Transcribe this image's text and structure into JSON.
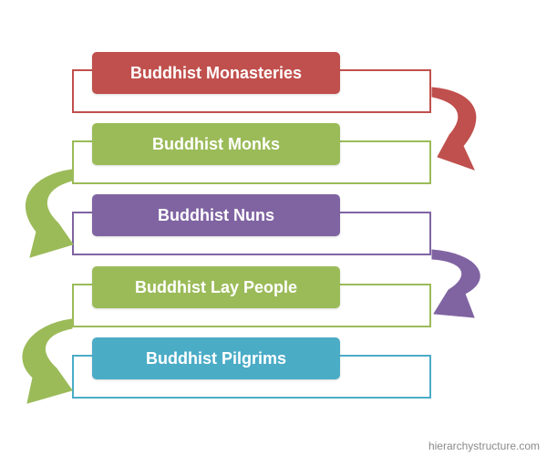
{
  "levels": [
    {
      "label": "Buddhist Monasteries",
      "color": "#c0504d",
      "border_color": "#c0504d"
    },
    {
      "label": "Buddhist Monks",
      "color": "#9bbb59",
      "border_color": "#9bbb59"
    },
    {
      "label": "Buddhist Nuns",
      "color": "#8064a2",
      "border_color": "#8064a2"
    },
    {
      "label": "Buddhist Lay People",
      "color": "#9bbb59",
      "border_color": "#9bbb59"
    },
    {
      "label": "Buddhist Pilgrims",
      "color": "#4bacc6",
      "border_color": "#4bacc6"
    }
  ],
  "watermark": "hierarchystructure.com"
}
